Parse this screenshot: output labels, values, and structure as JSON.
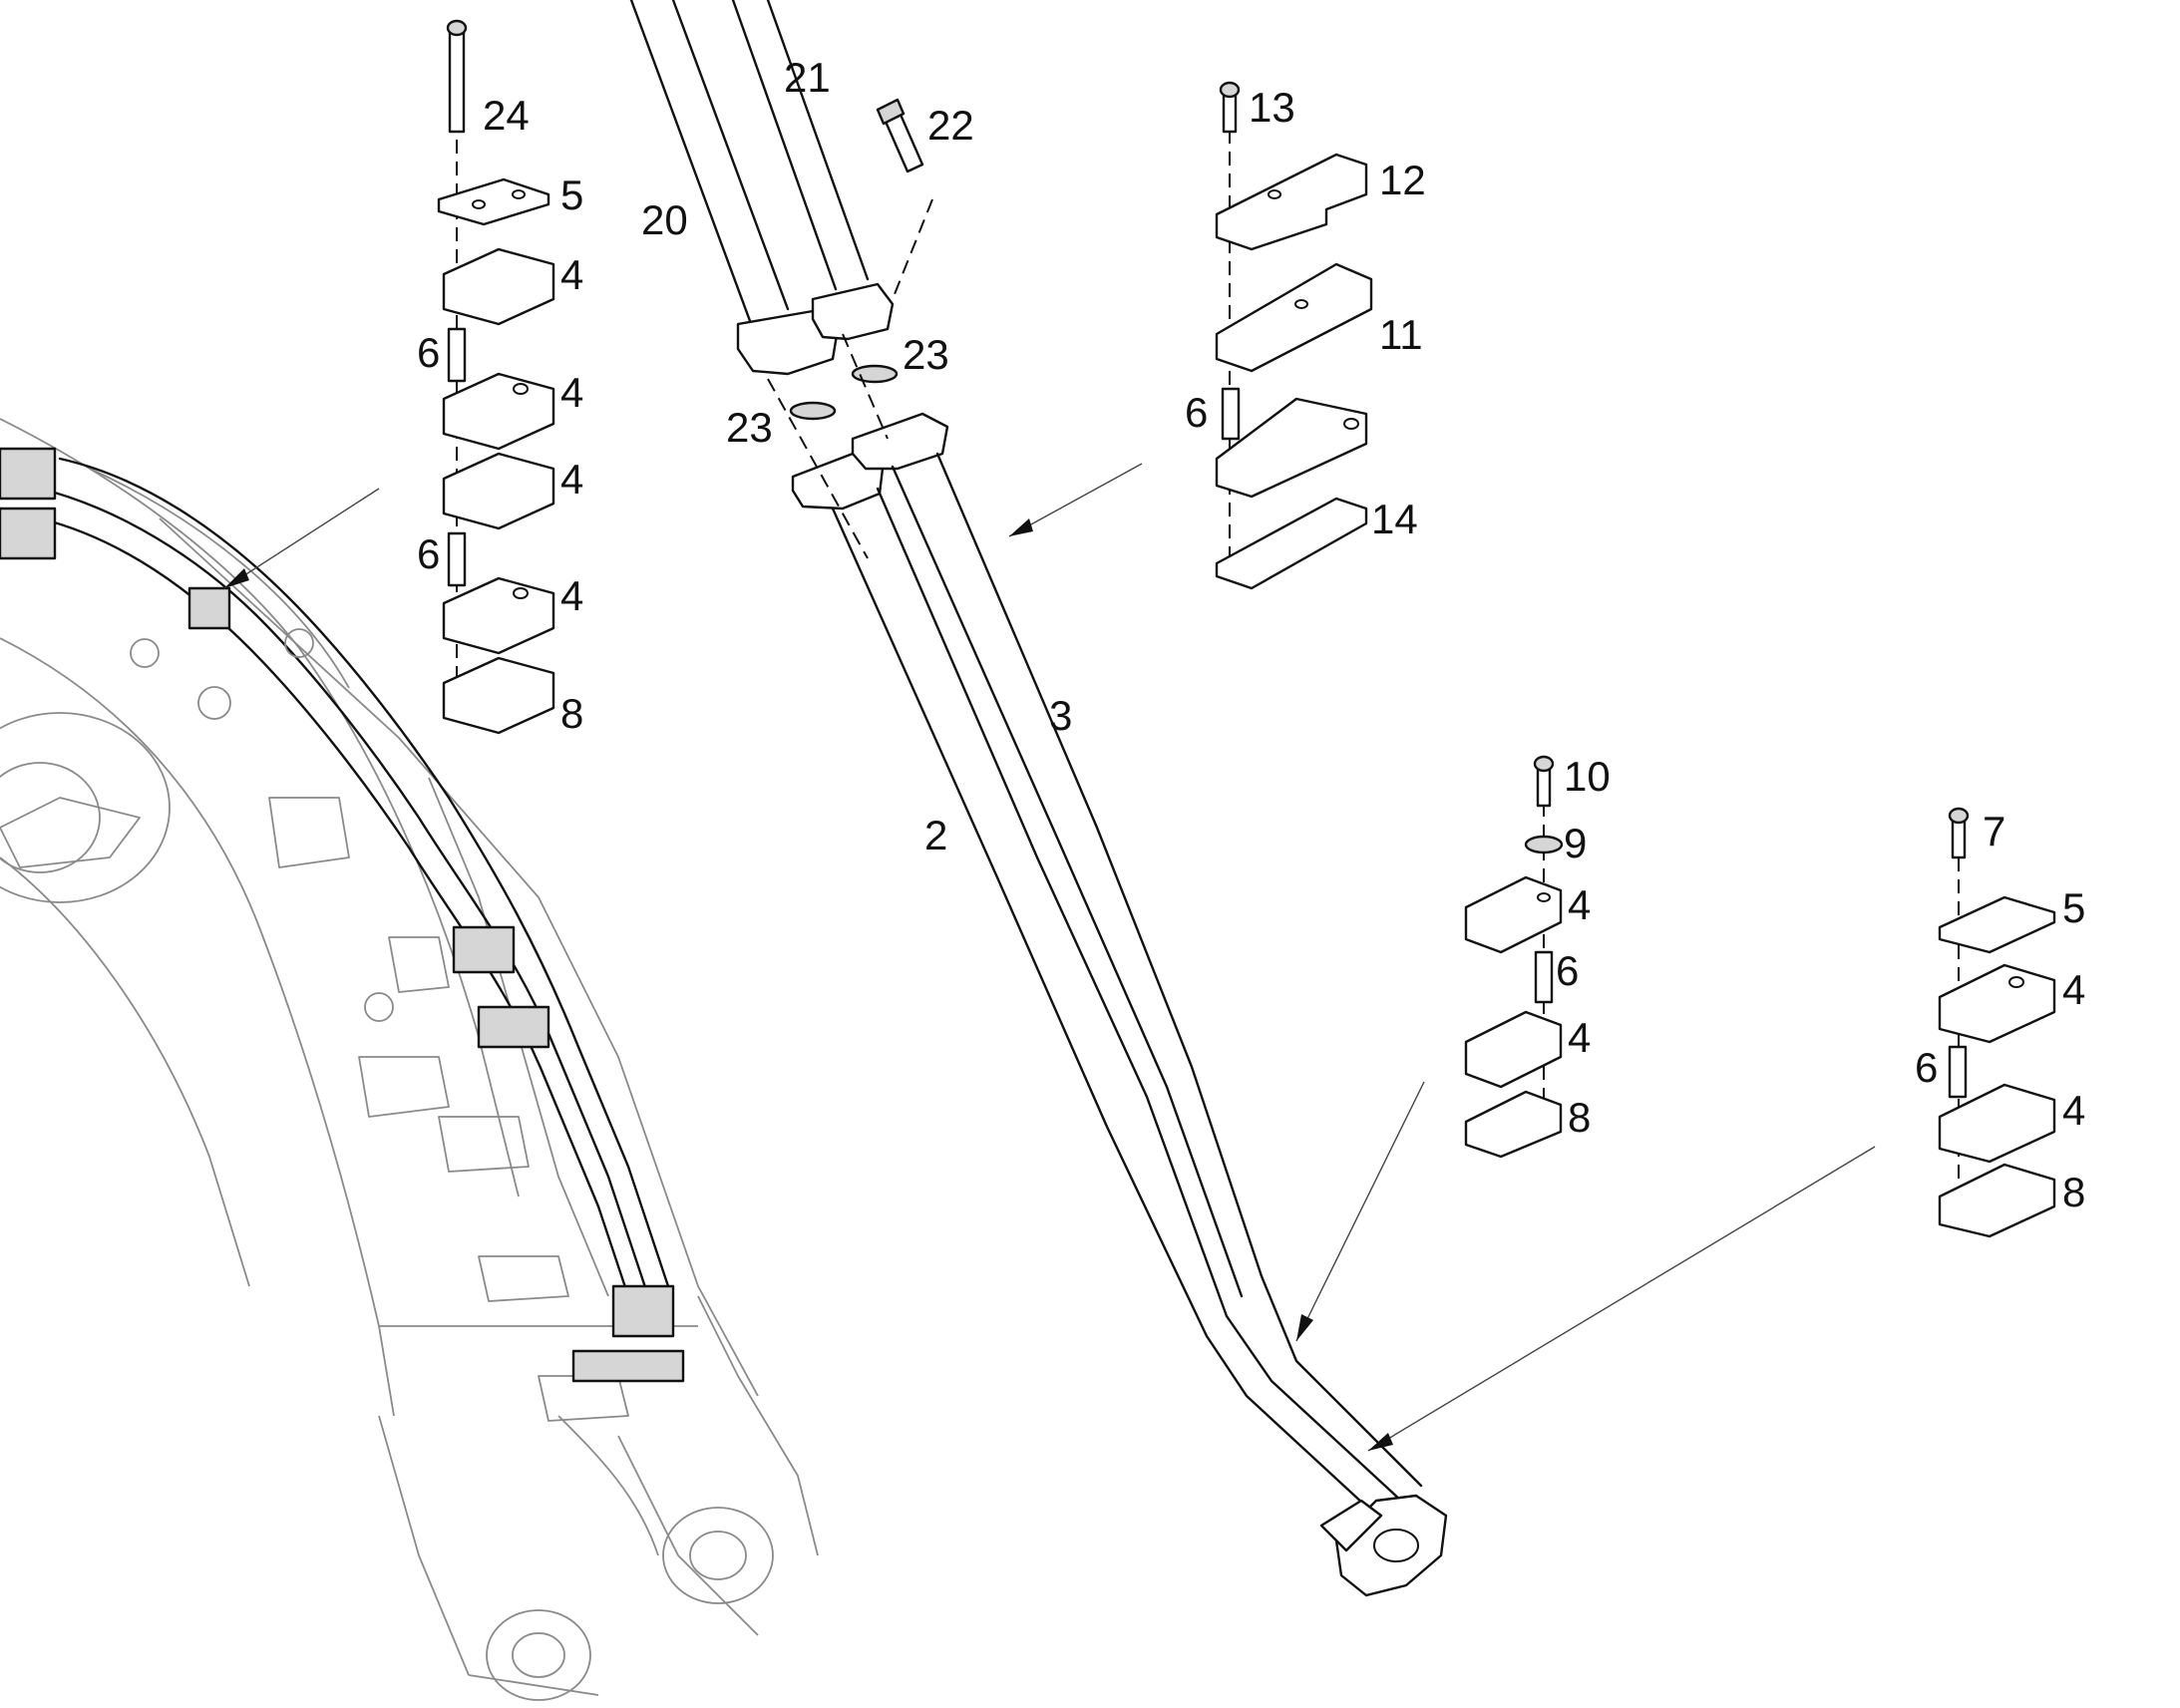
{
  "callouts": {
    "c24": "24",
    "c5a": "5",
    "c4a": "4",
    "c6a": "6",
    "c4b": "4",
    "c4c": "4",
    "c6b": "6",
    "c4d": "4",
    "c8a": "8",
    "c21": "21",
    "c22": "22",
    "c20": "20",
    "c23a": "23",
    "c23b": "23",
    "c13": "13",
    "c12": "12",
    "c11": "11",
    "c6c": "6",
    "c14": "14",
    "c3": "3",
    "c2": "2",
    "c10": "10",
    "c9": "9",
    "c4e": "4",
    "c6d": "6",
    "c4f": "4",
    "c8b": "8",
    "c7": "7",
    "c5b": "5",
    "c4g": "4",
    "c6e": "6",
    "c4h": "4",
    "c8c": "8"
  }
}
